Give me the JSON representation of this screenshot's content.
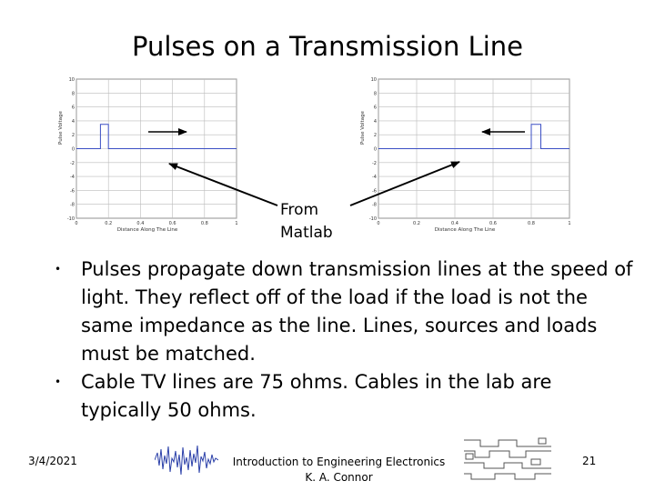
{
  "slide": {
    "title": "Pulses on a Transmission Line",
    "annotation_line1": "From",
    "annotation_line2": "Matlab",
    "bullets": [
      "Pulses propagate down transmission lines at the speed of light. They reflect off of the load if the load is not the same impedance as the line. Lines, sources and loads must be matched.",
      "Cable TV lines are 75 ohms. Cables in the lab are typically 50 ohms."
    ],
    "footer": {
      "date": "3/4/2021",
      "course": "Introduction to Engineering Electronics",
      "author": "K. A. Connor",
      "page": "21"
    }
  },
  "chart_data": [
    {
      "type": "line",
      "title": "",
      "xlabel": "Distance Along The Line",
      "ylabel": "Pulse Voltage",
      "xlim": [
        0,
        1
      ],
      "ylim": [
        -10,
        10
      ],
      "xticks": [
        "0",
        "0.2",
        "0.4",
        "0.6",
        "0.8",
        "1"
      ],
      "yticks": [
        "10",
        "8",
        "6",
        "4",
        "2",
        "0",
        "-2",
        "-4",
        "-6",
        "-8",
        "-10"
      ],
      "grid": true,
      "series": [
        {
          "x": [
            0,
            0.15,
            0.15,
            0.2,
            0.2,
            1
          ],
          "y": [
            0,
            0,
            3.5,
            3.5,
            0,
            0
          ]
        }
      ],
      "color": "#3b4fc4"
    },
    {
      "type": "line",
      "title": "",
      "xlabel": "Distance Along The Line",
      "ylabel": "Pulse Voltage",
      "xlim": [
        0,
        1
      ],
      "ylim": [
        -10,
        10
      ],
      "xticks": [
        "0",
        "0.2",
        "0.4",
        "0.6",
        "0.8",
        "1"
      ],
      "yticks": [
        "10",
        "8",
        "6",
        "4",
        "2",
        "0",
        "-2",
        "-4",
        "-6",
        "-8",
        "-10"
      ],
      "grid": true,
      "series": [
        {
          "x": [
            0,
            0.8,
            0.8,
            0.85,
            0.85,
            1
          ],
          "y": [
            0,
            0,
            3.5,
            3.5,
            0,
            0
          ]
        }
      ],
      "color": "#3b4fc4"
    }
  ]
}
